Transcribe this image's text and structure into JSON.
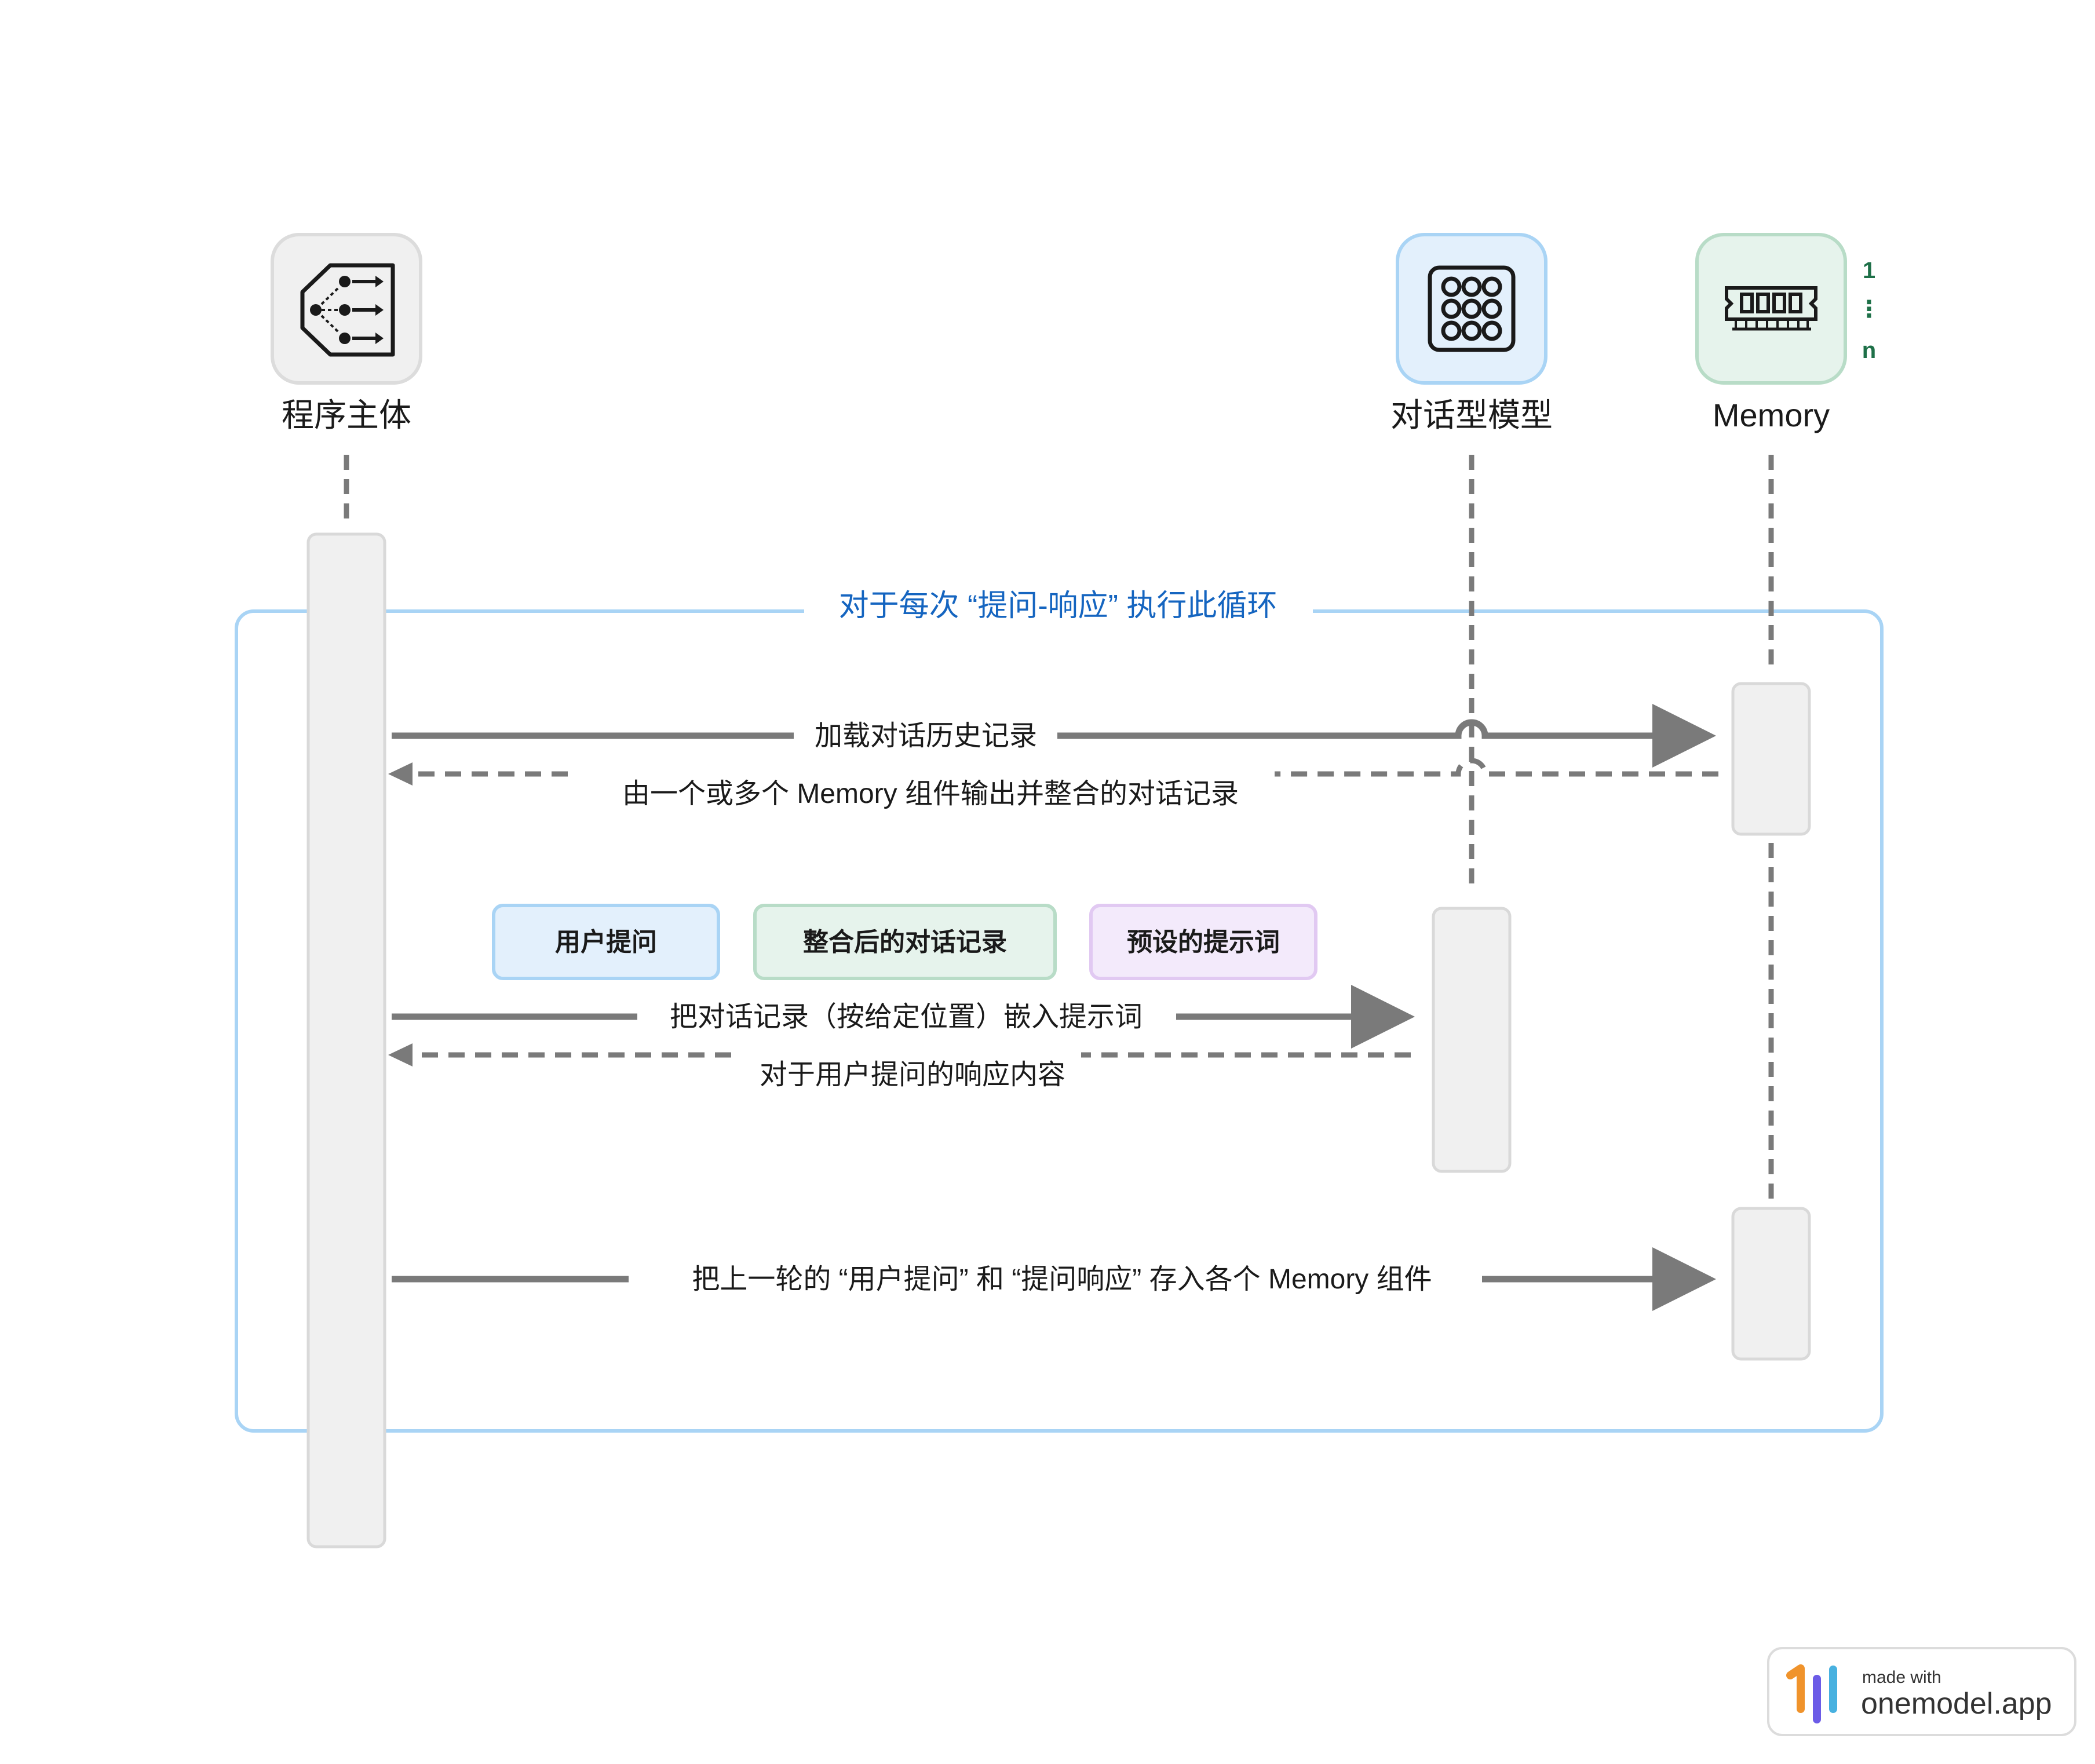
{
  "actors": {
    "program": {
      "label": "程序主体",
      "icon": "flowchart-icon"
    },
    "model": {
      "label": "对话型模型",
      "icon": "chip-grid-icon"
    },
    "memory": {
      "label": "Memory",
      "icon": "ram-module-icon",
      "multiplicity_top": "1",
      "multiplicity_mid": "⋮",
      "multiplicity_bottom": "n"
    }
  },
  "loop": {
    "label": "对于每次 “提问-响应” 执行此循环"
  },
  "messages": {
    "load_history": "加载对话历史记录",
    "history_return": "由一个或多个 Memory 组件输出并整合的对话记录",
    "embed_prompt": "把对话记录（按给定位置）嵌入提示词",
    "model_response": "对于用户提问的响应内容",
    "store_memory": "把上一轮的 “用户提问” 和 “提问响应” 存入各个 Memory 组件"
  },
  "prompt_parts": {
    "user_question": "用户提问",
    "merged_history": "整合后的对话记录",
    "preset_prompt": "预设的提示词"
  },
  "badge": {
    "line1": "made with",
    "line2": "onemodel.app"
  },
  "colors": {
    "gray_arrow": "#7a7a7a",
    "loop_border": "#a9d4f5",
    "loop_text": "#1565c0",
    "program_bg": "#f0f0f0",
    "model_bg": "#e3f0fc",
    "memory_bg": "#e6f3ec",
    "part_blue": "#e3f0fc",
    "part_green": "#e6f3ec",
    "part_purple": "#f3eafb"
  }
}
